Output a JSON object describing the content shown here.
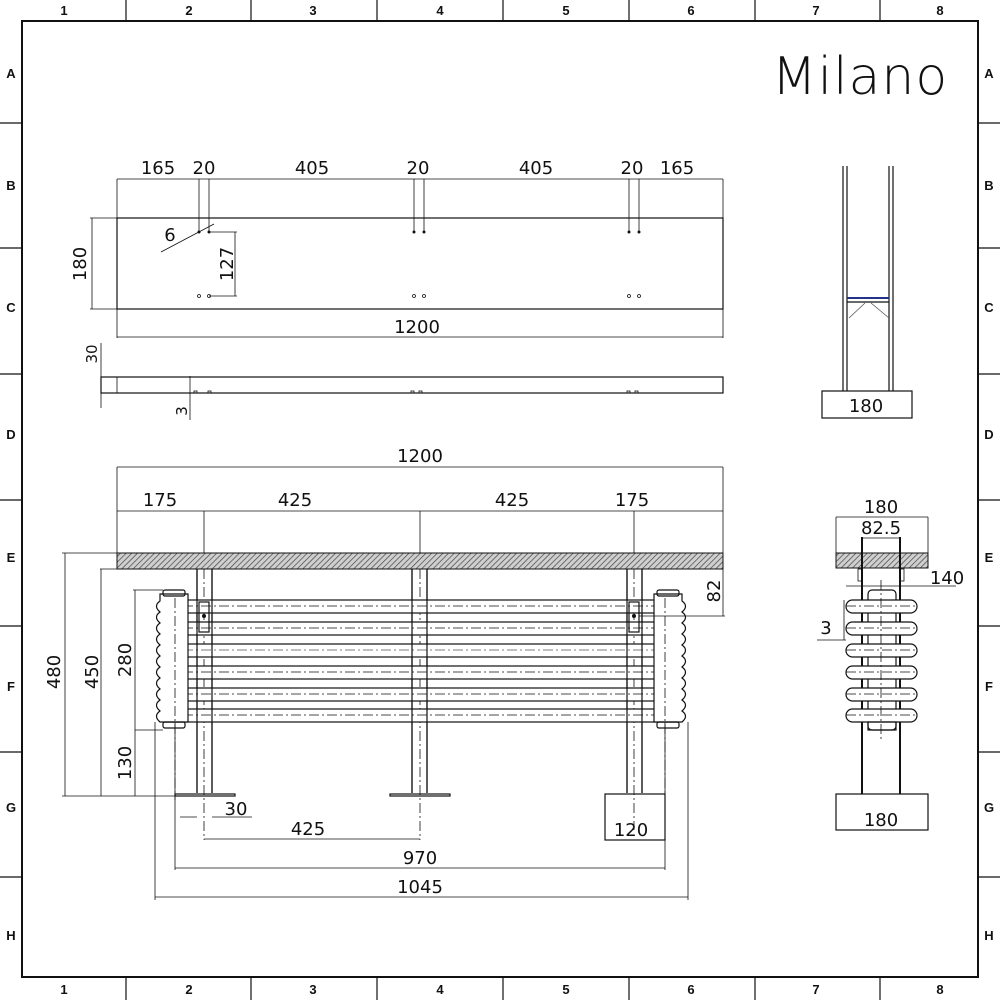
{
  "brand": {
    "name": "Milano"
  },
  "grid": {
    "columns": [
      "1",
      "2",
      "3",
      "4",
      "5",
      "6",
      "7",
      "8"
    ],
    "rows": [
      "A",
      "B",
      "C",
      "D",
      "E",
      "F",
      "G",
      "H"
    ]
  },
  "top_view": {
    "offset_left": "165",
    "bracket_a": "20",
    "span_a": "405",
    "bracket_b": "20",
    "span_b": "405",
    "bracket_c": "20",
    "offset_right": "165",
    "depth": "180",
    "hole_dia": "6",
    "hole_spacing": "127",
    "total_width": "1200"
  },
  "shelf_side": {
    "thickness": "30",
    "recess": "3"
  },
  "end_view_top": {
    "width": "180"
  },
  "front_view": {
    "total_width": "1200",
    "leg_offset_left": "175",
    "leg_span_left": "425",
    "leg_span_right": "425",
    "leg_offset_right": "175",
    "overall_height": "480",
    "shelf_underside_height": "450",
    "radiator_height": "280",
    "floor_clearance": "130",
    "bracket_drop": "82",
    "foot_width": "30",
    "foot_span": "425",
    "base_width": "120",
    "pipe_centres": "970",
    "radiator_width": "1045"
  },
  "side_view": {
    "top_width": "180",
    "bracket_spacing": "82.5",
    "radiator_depth": "140",
    "wall_gap": "3",
    "base_width": "180"
  }
}
